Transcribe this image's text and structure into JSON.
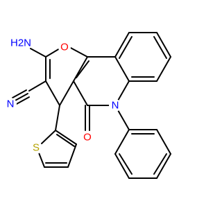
{
  "molecule": {
    "atom_labels": {
      "amine": "H2N",
      "pyran_oxygen": "O",
      "nitrile_nitrogen": "N",
      "lactam_nitrogen": "N",
      "carbonyl_oxygen": "O",
      "thiophene_sulfur": "S"
    },
    "colors": {
      "bond": "#000000",
      "nitrogen": "#0000ff",
      "oxygen": "#ff0000",
      "sulfur": "#b5a300",
      "carbon": "#000000"
    }
  }
}
